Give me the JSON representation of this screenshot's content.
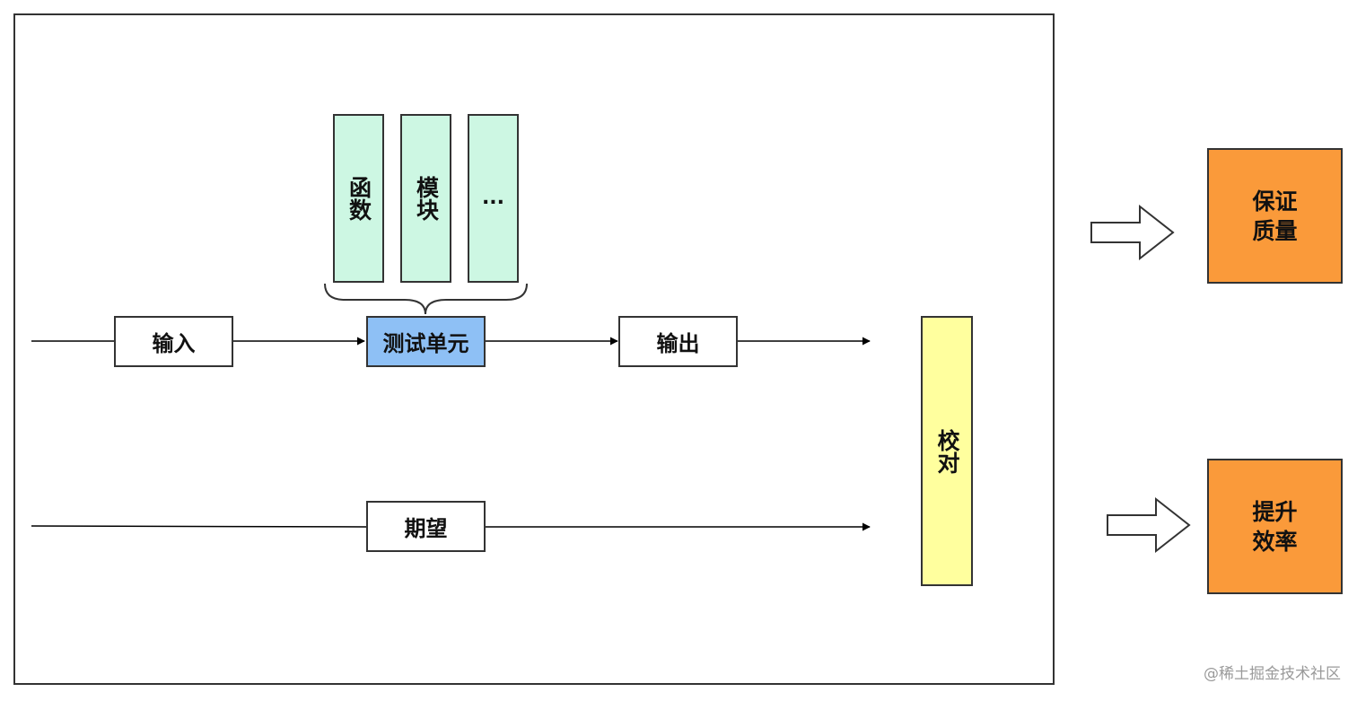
{
  "diagram": {
    "modules": [
      "函数",
      "模块",
      "..."
    ],
    "unit": "测试单元",
    "input": "输入",
    "output": "输出",
    "expected": "期望",
    "check": "校对",
    "results": [
      {
        "line1": "保证",
        "line2": "质量"
      },
      {
        "line1": "提升",
        "line2": "效率"
      }
    ]
  },
  "watermark": "@稀土掘金技术社区",
  "colors": {
    "module_fill": "#cdf7e3",
    "unit_fill": "#8ec0f5",
    "check_fill": "#ffff9e",
    "result_fill": "#fa9a3a",
    "stroke": "#333333"
  }
}
